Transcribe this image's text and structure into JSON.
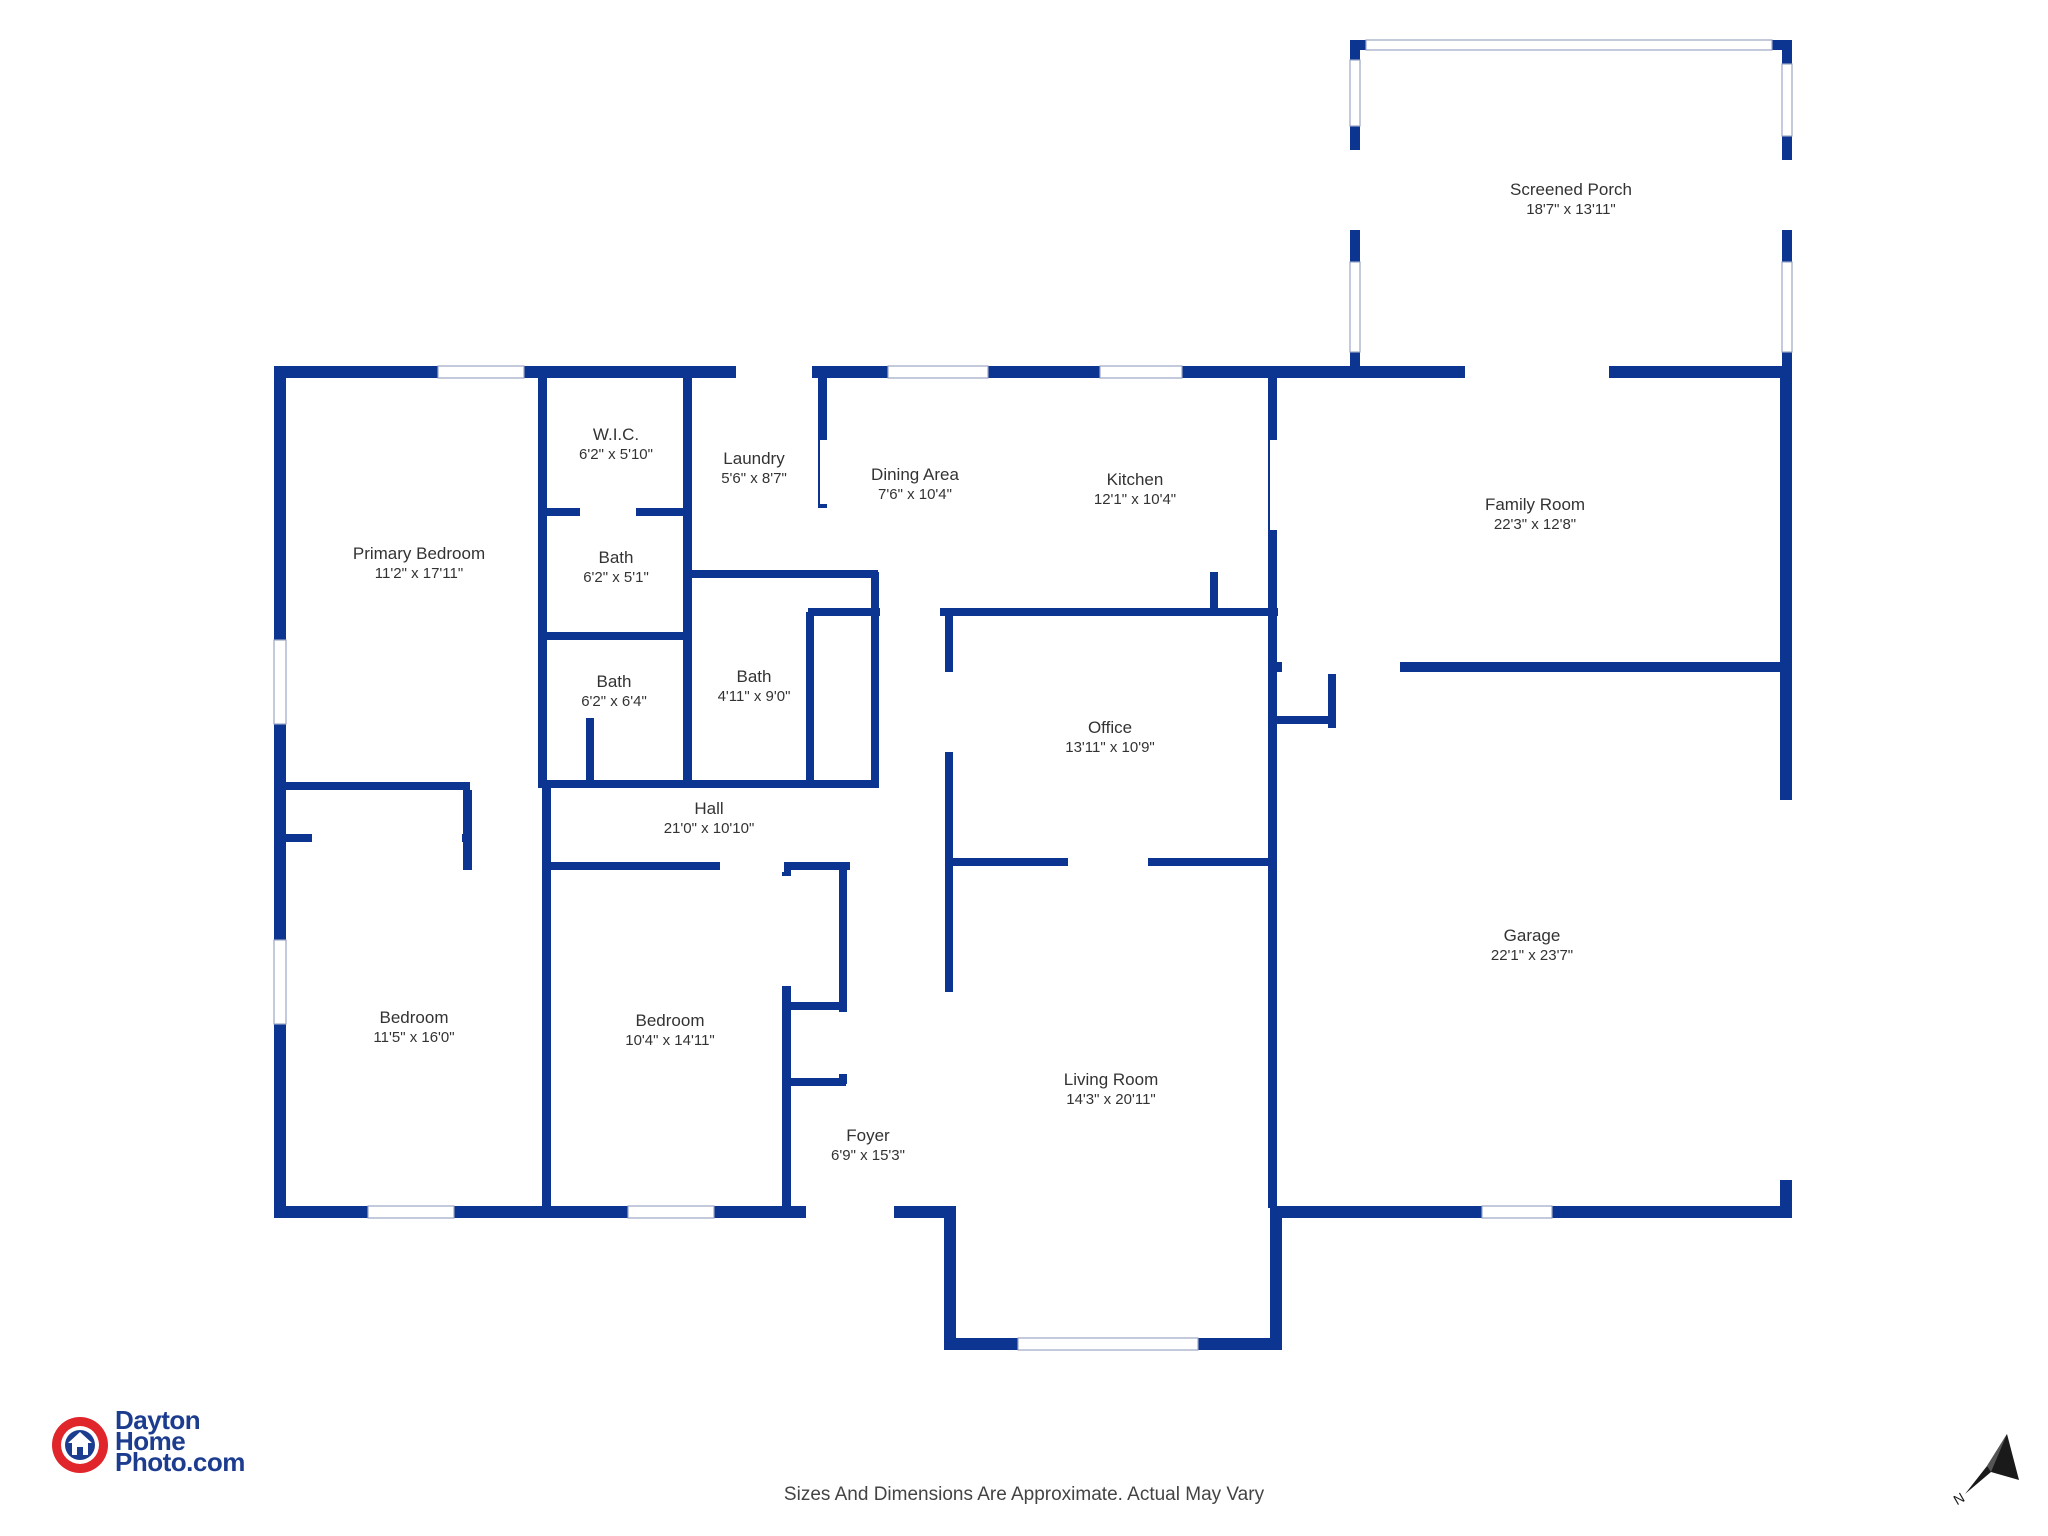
{
  "rooms": {
    "screened_porch": {
      "name": "Screened Porch",
      "dim": "18'7\" x 13'11\""
    },
    "primary_bedroom": {
      "name": "Primary Bedroom",
      "dim": "11'2\" x 17'11\""
    },
    "wic": {
      "name": "W.I.C.",
      "dim": "6'2\" x 5'10\""
    },
    "laundry": {
      "name": "Laundry",
      "dim": "5'6\" x 8'7\""
    },
    "dining_area": {
      "name": "Dining Area",
      "dim": "7'6\" x 10'4\""
    },
    "kitchen": {
      "name": "Kitchen",
      "dim": "12'1\" x 10'4\""
    },
    "family_room": {
      "name": "Family Room",
      "dim": "22'3\" x 12'8\""
    },
    "bath_1": {
      "name": "Bath",
      "dim": "6'2\" x 5'1\""
    },
    "bath_2": {
      "name": "Bath",
      "dim": "6'2\" x 6'4\""
    },
    "bath_3": {
      "name": "Bath",
      "dim": "4'11\" x 9'0\""
    },
    "office": {
      "name": "Office",
      "dim": "13'11\" x 10'9\""
    },
    "hall": {
      "name": "Hall",
      "dim": "21'0\" x 10'10\""
    },
    "garage": {
      "name": "Garage",
      "dim": "22'1\" x 23'7\""
    },
    "bedroom_1": {
      "name": "Bedroom",
      "dim": "11'5\" x 16'0\""
    },
    "bedroom_2": {
      "name": "Bedroom",
      "dim": "10'4\" x 14'11\""
    },
    "living_room": {
      "name": "Living Room",
      "dim": "14'3\" x 20'11\""
    },
    "foyer": {
      "name": "Foyer",
      "dim": "6'9\" x 15'3\""
    }
  },
  "logo": {
    "line1": "Dayton",
    "line2": "Home",
    "line3": "Photo.com"
  },
  "disclaimer": "Sizes And Dimensions Are Approximate. Actual May Vary",
  "compass": {
    "label": "N",
    "icon": "north-arrow-icon"
  },
  "colors": {
    "wall": "#0c3591",
    "logo_red": "#e0262b",
    "logo_blue": "#1c3d8f"
  }
}
